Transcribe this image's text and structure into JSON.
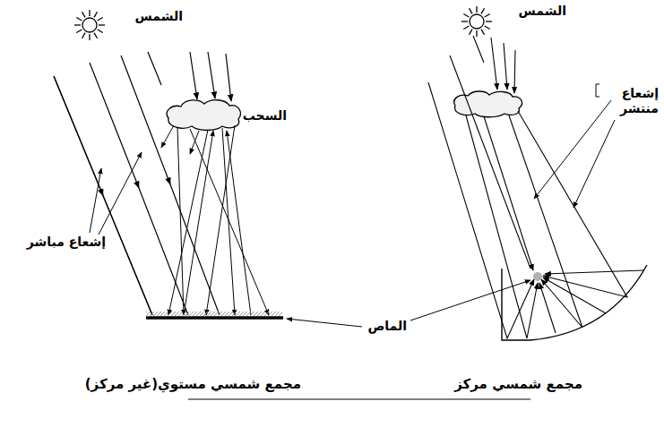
{
  "diagram": {
    "labels": [
      "الشمس",
      "السحب",
      "إشعاع مباشر",
      "مجمع شمسي مستوي(غير مركز)",
      "الشمس",
      "إشعاع منتشر",
      "الماص",
      "مجمع شمسي مركز"
    ]
  }
}
